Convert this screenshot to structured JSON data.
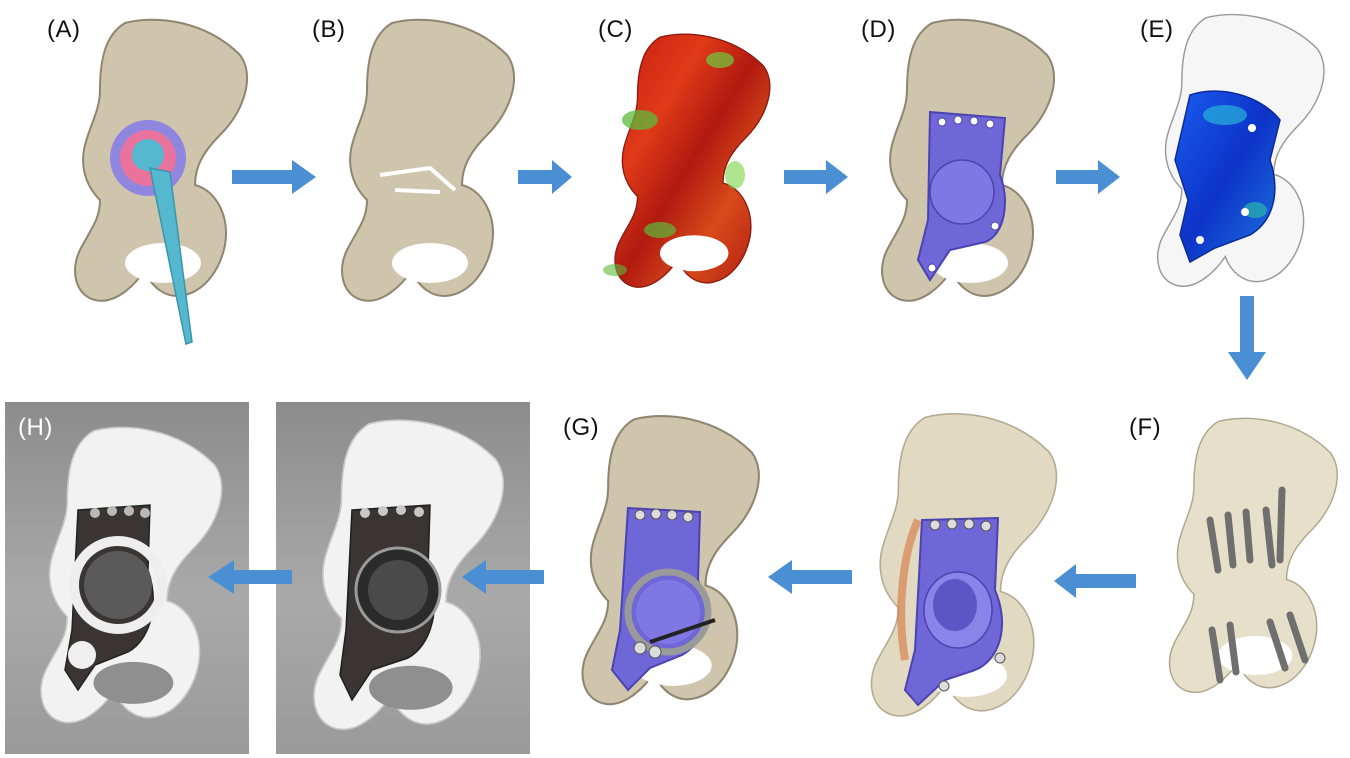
{
  "labels": {
    "a": "(A)",
    "b": "(B)",
    "c": "(C)",
    "d": "(D)",
    "e": "(E)",
    "f": "(F)",
    "g": "(G)",
    "h": "(H)"
  },
  "colors": {
    "bone": "#cfc5ad",
    "bone_shade": "#9d927a",
    "implant": "#6f66d8",
    "arrow": "#4a8fd4",
    "stem": "#55b8cf",
    "liner": "#e9739c"
  }
}
